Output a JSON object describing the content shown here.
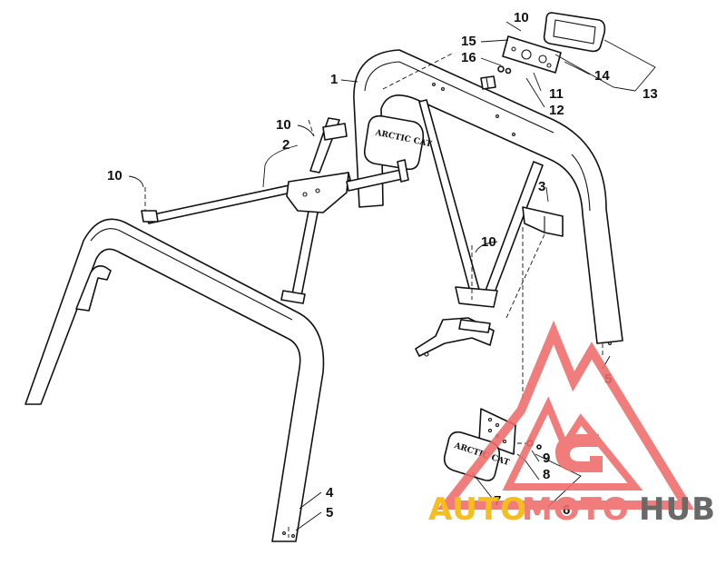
{
  "callouts": {
    "c1": "1",
    "c2": "2",
    "c3": "3",
    "c4": "4",
    "c5a": "5",
    "c5b": "5",
    "c6": "6",
    "c7": "7",
    "c8": "8",
    "c9": "9",
    "c10a": "10",
    "c10b": "10",
    "c10c": "10",
    "c10d": "10",
    "c11": "11",
    "c12": "12",
    "c13": "13",
    "c14": "14",
    "c15": "15",
    "c16": "16"
  },
  "badge": {
    "logo_text": "ARCTIC CAT"
  },
  "watermark": {
    "word_1": "AUTO",
    "word_2": "MOTO",
    "word_3": "HUB",
    "color_primary": "#ef6b6b",
    "color_accent": "#f5b400",
    "color_dark": "#555555"
  }
}
